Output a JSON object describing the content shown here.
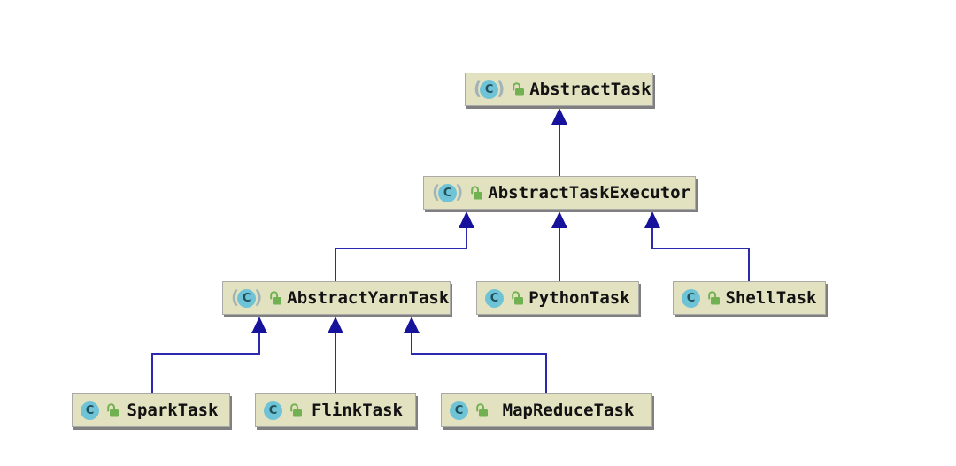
{
  "diagram": {
    "type": "uml-class-inheritance-diagram",
    "icons": {
      "class_letter": "C",
      "abstract_open": "(",
      "abstract_close": ")",
      "lock": "open-lock-icon"
    },
    "colors": {
      "node_fill": "#e2e2c1",
      "node_border": "#a9a9a9",
      "node_shadow": "#7f7f7f",
      "edge_line": "#2b29ae",
      "edge_arrowhead": "#16129b",
      "class_icon_circle": "#6fc3d6",
      "class_icon_letter": "#20505c",
      "lock_icon_green": "#72b152",
      "abstract_paren_gray": "#a3b2b6",
      "background": "#ffffff"
    },
    "nodes": [
      {
        "id": "AbstractTask",
        "label": "AbstractTask",
        "stereotype": "abstract-class",
        "visibility": "public"
      },
      {
        "id": "AbstractTaskExecutor",
        "label": "AbstractTaskExecutor",
        "stereotype": "abstract-class",
        "visibility": "public"
      },
      {
        "id": "AbstractYarnTask",
        "label": "AbstractYarnTask",
        "stereotype": "abstract-class",
        "visibility": "public"
      },
      {
        "id": "PythonTask",
        "label": "PythonTask",
        "stereotype": "class",
        "visibility": "public"
      },
      {
        "id": "ShellTask",
        "label": "ShellTask",
        "stereotype": "class",
        "visibility": "public"
      },
      {
        "id": "SparkTask",
        "label": "SparkTask",
        "stereotype": "class",
        "visibility": "public"
      },
      {
        "id": "FlinkTask",
        "label": "FlinkTask",
        "stereotype": "class",
        "visibility": "public"
      },
      {
        "id": "MapReduceTask",
        "label": "MapReduceTask",
        "stereotype": "class",
        "visibility": "public"
      }
    ],
    "edges": [
      {
        "from": "AbstractTaskExecutor",
        "to": "AbstractTask",
        "type": "inheritance"
      },
      {
        "from": "AbstractYarnTask",
        "to": "AbstractTaskExecutor",
        "type": "inheritance"
      },
      {
        "from": "PythonTask",
        "to": "AbstractTaskExecutor",
        "type": "inheritance"
      },
      {
        "from": "ShellTask",
        "to": "AbstractTaskExecutor",
        "type": "inheritance"
      },
      {
        "from": "SparkTask",
        "to": "AbstractYarnTask",
        "type": "inheritance"
      },
      {
        "from": "FlinkTask",
        "to": "AbstractYarnTask",
        "type": "inheritance"
      },
      {
        "from": "MapReduceTask",
        "to": "AbstractYarnTask",
        "type": "inheritance"
      }
    ]
  }
}
